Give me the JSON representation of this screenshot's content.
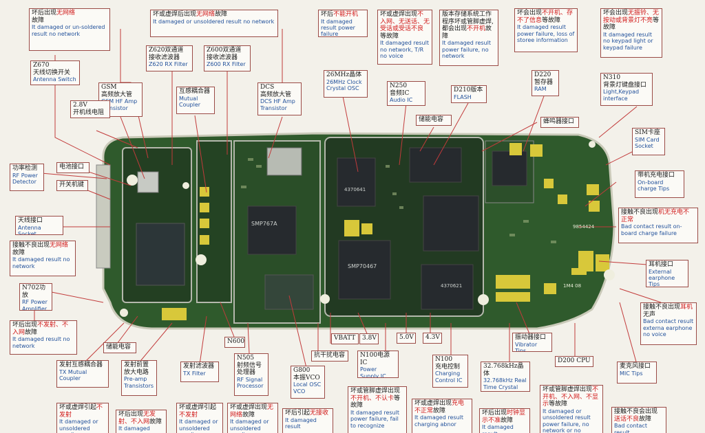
{
  "labels": {
    "l01": {
      "zh": "坏后出现",
      "zh_red": "无网络",
      "zh2": "故障",
      "en": "It damaged or un-soldered result no network"
    },
    "l02": {
      "zh": "坏或虚焊后出现",
      "zh_red": "无网络",
      "zh2": "故障",
      "en": "It damaged or unsoldered result no network"
    },
    "l03": {
      "zh": "坏后",
      "zh_red": "不能开机",
      "en": "It damaged result power failure"
    },
    "l04": {
      "zh": "坏或虚焊出现",
      "zh_red": "不入网、无送话、无受话或受话不良",
      "zh2": "等故障",
      "en": "It damaged result no network, T/R no voice"
    },
    "l05": {
      "zh": "版本存储系统工作程序坏或管脚虚焊,都会出现",
      "zh_red": "不开机",
      "zh2": "故障",
      "en": "It damaged result power failure, no network"
    },
    "l06": {
      "zh": "坏会出现",
      "zh_red": "不开机、存不了信息",
      "zh2": "等故障",
      "en": "It damaged result power failure, loss of storee information"
    },
    "l07": {
      "zh": "坏会出现",
      "zh_red": "无振铃、无按动或背景灯不亮",
      "zh2": "等故障",
      "en": "It damaged result no keypad light or keypad failure"
    },
    "z670": {
      "zh": "Z670",
      "zh2": "天线切换开关",
      "en": "Antenna Switch"
    },
    "gsm": {
      "zh": "GSM",
      "zh2": "高频放大管",
      "en": "GSM HF Amp Transistor"
    },
    "z620": {
      "zh": "Z620双通道",
      "zh2": "接收滤波器",
      "en": "Z620 RX Filter"
    },
    "z600": {
      "zh": "Z600双通道",
      "zh2": "接收滤波器",
      "en": "Z600 RX Filter"
    },
    "crystal26": {
      "zh": "26MHz晶体",
      "en": "26MHz Clock Crystal OSC"
    },
    "n250": {
      "zh": "N250",
      "zh2": "音频IC",
      "en": "Audio IC"
    },
    "d210": {
      "zh": "D210版本",
      "en": "FLASH"
    },
    "d220": {
      "zh": "D220",
      "zh2": "暂存器",
      "en": "RAM"
    },
    "n310": {
      "zh": "N310",
      "zh2": "背景灯键盘接口",
      "en": "Light,Keypad interface"
    },
    "v28": {
      "zh": "2.8V",
      "zh2": "开机线电阻"
    },
    "coupler": {
      "zh": "互感耦合器",
      "en": "Mutual Coupler"
    },
    "dcs": {
      "zh": "DCS",
      "zh2": "高频放大管",
      "en": "DCS HF Amp Transistor"
    },
    "storecap": {
      "zh": "储能电容"
    },
    "buzzer": {
      "zh": "蜂鸣器接口"
    },
    "sim": {
      "zh": "SIM卡座",
      "en": "SIM Card Socket"
    },
    "powdet": {
      "zh": "功率检测",
      "en": "RF Power Detector"
    },
    "battif": {
      "zh": "电池接口"
    },
    "pwrkey": {
      "zh": "开关机键"
    },
    "charge": {
      "zh": "带机充电接口",
      "en": "On-board charge Tips"
    },
    "antsock": {
      "zh": "天线接口",
      "en": "Antenna Socket"
    },
    "badcharge": {
      "zh": "接触不良出现",
      "zh_red": "机无充电不正常",
      "en": "Bad contact result on-board charge failure"
    },
    "l_ant": {
      "zh": "接触不良出现",
      "zh_red": "无网络",
      "zh2": "故障",
      "en": "It damaged result no network"
    },
    "earphone": {
      "zh": "耳机接口",
      "en": "External earphone Tips"
    },
    "n702": {
      "zh": "N702功放",
      "en": "RF Power Amplifier"
    },
    "badear": {
      "zh": "接触不良出现",
      "zh_red": "耳机",
      "zh2": "无声",
      "en": "Bad contact result externa earphone no voice"
    },
    "l_pa": {
      "zh": "坏后出现",
      "zh_red": "不发射、不入网",
      "zh2": "故障",
      "en": "It damaged result no network"
    },
    "storecap2": {
      "zh": "储能电容"
    },
    "n600": {
      "zh": "N600"
    },
    "vbatt": {
      "zh": "VBATT"
    },
    "v38": {
      "zh": "3.8V"
    },
    "v50": {
      "zh": "5.0V"
    },
    "v43": {
      "zh": "4.3V"
    },
    "vibrator": {
      "zh": "振动器接口",
      "en": "Vibrator Tips"
    },
    "antijam": {
      "zh": "抗干扰电容"
    },
    "n100pwr": {
      "zh": "N100电源IC",
      "en": "Power Supply IC"
    },
    "n100chg": {
      "zh": "N100",
      "zh2": "充电控制",
      "en": "Charging Control IC"
    },
    "crystal32": {
      "zh": "32.768kHz晶体",
      "en": "32.768kHz Real Time Crystal"
    },
    "d200": {
      "zh": "D200 CPU"
    },
    "mic": {
      "zh": "麦克风接口",
      "en": "MIC Tips"
    },
    "txcoupler": {
      "zh": "发射互感耦合器",
      "en": "TX Mutual Coupler"
    },
    "preamp": {
      "zh": "发射前置",
      "zh2": "放大电路",
      "en": "Pre-amp Transistors"
    },
    "txfilter": {
      "zh": "发射滤波器",
      "en": "TX Filter"
    },
    "n505": {
      "zh": "N505",
      "zh2": "射频信号处理器",
      "en": "RF Signal Processor"
    },
    "g800": {
      "zh": "G800",
      "zh2": "本振VCO",
      "en": "Local OSC VCO"
    },
    "b01": {
      "zh": "坏或虚焊引起",
      "zh_red": "不发射",
      "en": "It damaged or unsoldered result no"
    },
    "b02": {
      "zh": "坏后出现",
      "zh_red": "无发射、不入网",
      "zh2": "故障",
      "en": "It damaged result"
    },
    "b03": {
      "zh": "坏或虚焊引起",
      "zh_red": "不发射",
      "en": "It damaged or unsoldered result no"
    },
    "b04": {
      "zh": "坏或虚焊出现",
      "zh_red": "无网络",
      "zh2": "故障",
      "en": "It damaged or unsoldered result no"
    },
    "b05": {
      "zh": "坏后引起",
      "zh_red": "无接收",
      "en": "It damaged result"
    },
    "b06": {
      "zh": "坏或管脚虚焊出现",
      "zh_red": "不开机、不认卡",
      "zh2": "等故障",
      "en": "It damaged result power failure, fail to recognize"
    },
    "b07": {
      "zh": "坏或虚焊出现",
      "zh_red": "充电不正常",
      "zh2": "故障",
      "en": "It damaged result charging abnor"
    },
    "b08": {
      "zh": "坏后出现",
      "zh_red": "时钟显示不准",
      "zh2": "故障",
      "en": "It damaged result"
    },
    "b09": {
      "zh": "坏或管脚虚焊出现",
      "zh_red": "不开机、不入网、不显示",
      "zh2": "等故障",
      "en": "It damaged or unsoldered result power failure, no network or no"
    },
    "b10": {
      "zh": "接触不良会出现",
      "zh_red": "送话不良",
      "zh2": "故障",
      "en": "Bad contact result"
    }
  },
  "chip_marks": {
    "c1": "SMP767A",
    "c2": "SMP70467",
    "c3": "4370641",
    "c4": "4370621",
    "c5": "9854424",
    "c6": "1M4 08"
  },
  "colors": {
    "board": "#2f5a2c",
    "board_dark": "#1e3d1c",
    "gold": "#d8c83a",
    "chip": "#262a2e",
    "label_border": "#9a4a45",
    "red_text": "#d01818",
    "blue_text": "#1f4f9a"
  }
}
